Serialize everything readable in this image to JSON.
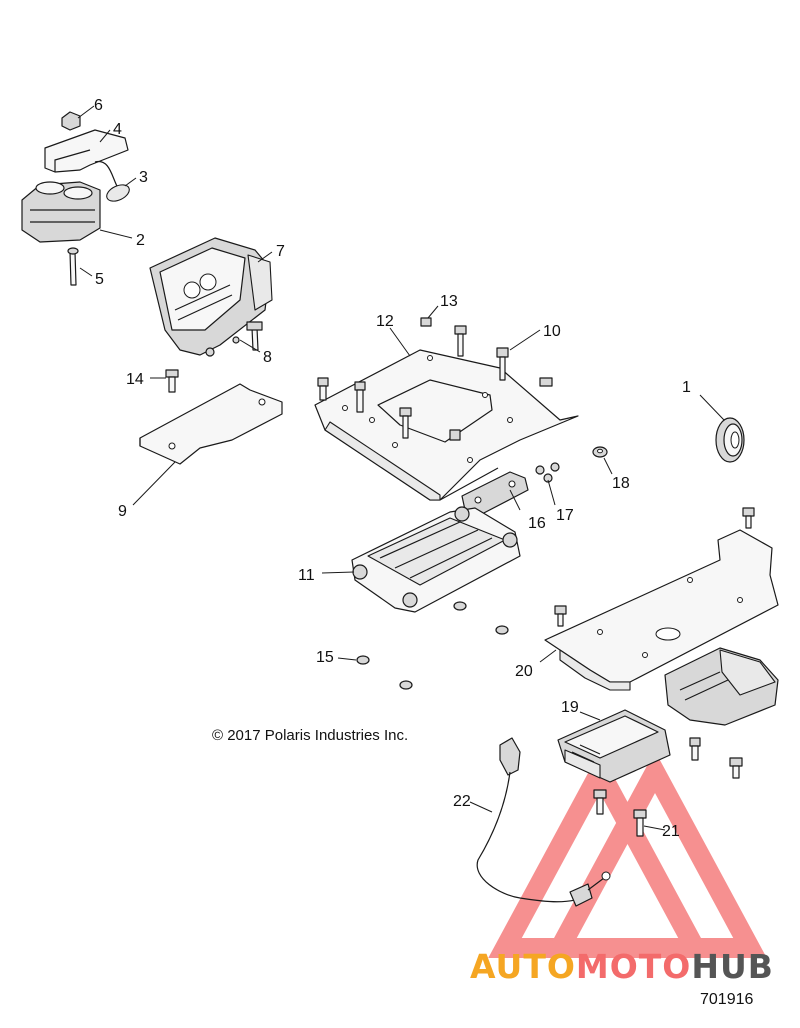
{
  "callouts": [
    {
      "id": "1",
      "label": "1"
    },
    {
      "id": "2",
      "label": "2"
    },
    {
      "id": "3",
      "label": "3"
    },
    {
      "id": "4",
      "label": "4"
    },
    {
      "id": "5",
      "label": "5"
    },
    {
      "id": "6",
      "label": "6"
    },
    {
      "id": "7",
      "label": "7"
    },
    {
      "id": "8",
      "label": "8"
    },
    {
      "id": "9",
      "label": "9"
    },
    {
      "id": "10",
      "label": "10"
    },
    {
      "id": "11",
      "label": "11"
    },
    {
      "id": "12",
      "label": "12"
    },
    {
      "id": "13",
      "label": "13"
    },
    {
      "id": "14",
      "label": "14"
    },
    {
      "id": "15",
      "label": "15"
    },
    {
      "id": "16",
      "label": "16"
    },
    {
      "id": "17",
      "label": "17"
    },
    {
      "id": "18",
      "label": "18"
    },
    {
      "id": "19",
      "label": "19"
    },
    {
      "id": "20",
      "label": "20"
    },
    {
      "id": "21",
      "label": "21"
    },
    {
      "id": "22",
      "label": "22"
    }
  ],
  "copyright": "© 2017 Polaris Industries Inc.",
  "document_number": "701916",
  "watermark": {
    "text_part1": "AUTO",
    "text_part2": "MOTO",
    "text_part3": "HUB",
    "color_orange": "#f5a623",
    "color_red": "#f36b6b",
    "color_dark": "#555555"
  }
}
